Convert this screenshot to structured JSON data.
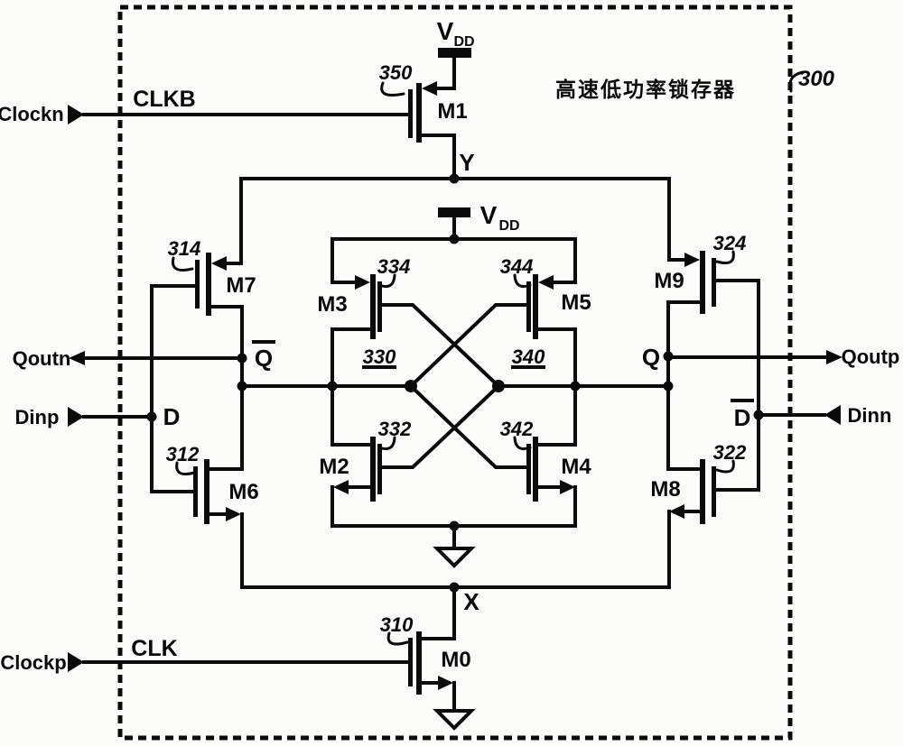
{
  "figure": {
    "ref": "300",
    "title_zh": "高速低功率锁存器"
  },
  "ports": {
    "clockn": "Clockn",
    "clockp": "Clockp",
    "dinp": "Dinp",
    "dinn": "Dinn",
    "qoutn": "Qoutn",
    "qoutp": "Qoutp",
    "clkb": "CLKB",
    "clk": "CLK"
  },
  "nodes": {
    "y": "Y",
    "x": "X",
    "q": "Q",
    "q_bar": "Q",
    "d": "D",
    "d_bar": "D"
  },
  "power": {
    "vdd": "V",
    "vdd_sub": "DD"
  },
  "blocks": {
    "left_ref": "330",
    "right_ref": "340"
  },
  "transistors": {
    "m0": {
      "name": "M0",
      "ref": "310"
    },
    "m1": {
      "name": "M1",
      "ref": "350"
    },
    "m2": {
      "name": "M2",
      "ref": "332"
    },
    "m3": {
      "name": "M3",
      "ref": "334"
    },
    "m4": {
      "name": "M4",
      "ref": "342"
    },
    "m5": {
      "name": "M5",
      "ref": "344"
    },
    "m6": {
      "name": "M6",
      "ref": "312"
    },
    "m7": {
      "name": "M7",
      "ref": "314"
    },
    "m8": {
      "name": "M8",
      "ref": "322"
    },
    "m9": {
      "name": "M9",
      "ref": "324"
    }
  }
}
